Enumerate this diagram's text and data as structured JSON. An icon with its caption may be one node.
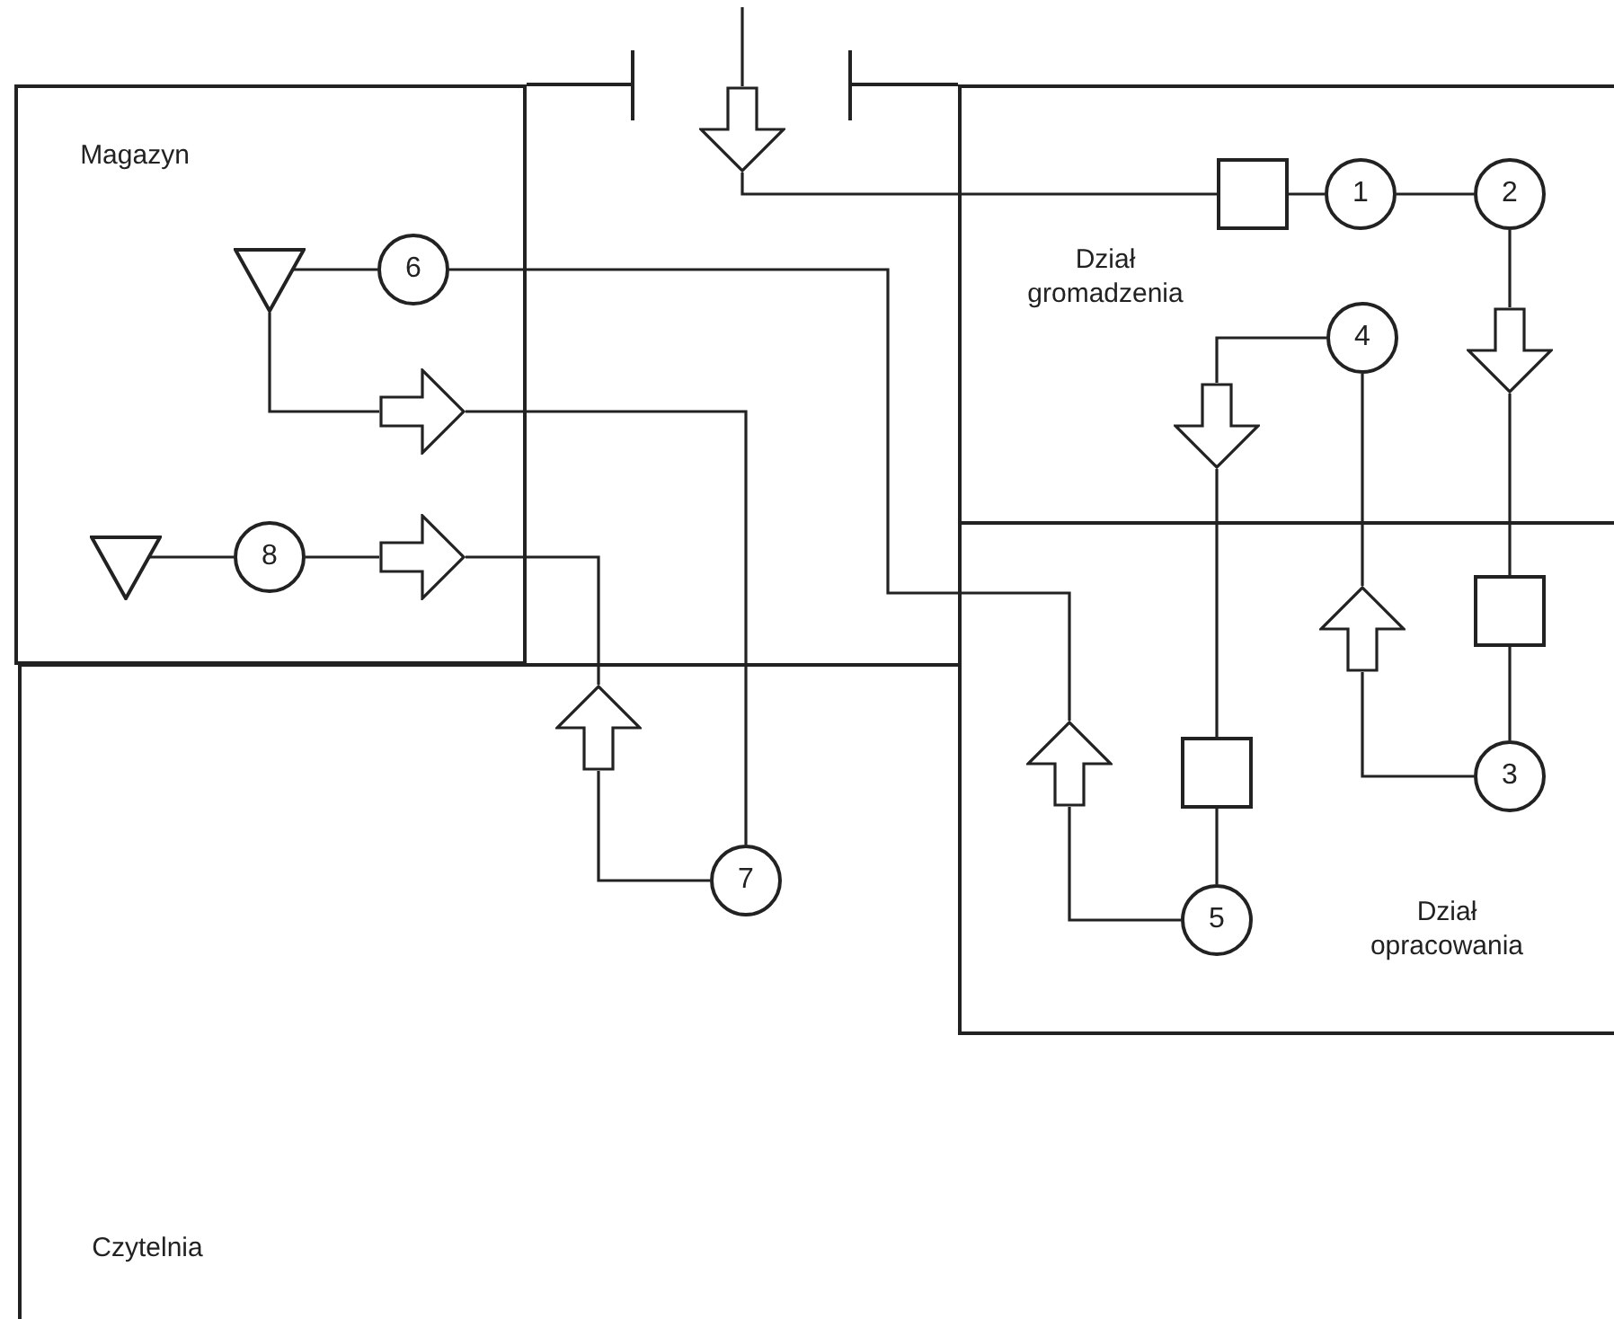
{
  "diagram": {
    "nodes": [
      {
        "text": [
          "Magazyn"
        ]
      },
      {
        "text": [
          "Dział gromadzenia"
        ]
      },
      {
        "text": [
          "Dział opracowania"
        ]
      },
      {
        "text": [
          "Czytelnia"
        ]
      },
      {
        "text": [],
        "shape": "arrow"
      },
      {
        "text": [],
        "shape": "box",
        "in": 1
      },
      {
        "text": [
          "1"
        ],
        "in": 1
      },
      {
        "text": [
          "2"
        ],
        "in": 1
      },
      {
        "text": [],
        "shape": "arrow",
        "in": 1
      },
      {
        "text": [],
        "shape": "box",
        "in": 2
      },
      {
        "text": [
          "3"
        ],
        "in": 2
      },
      {
        "text": [],
        "shape": "arrow",
        "in": 2
      },
      {
        "text": [
          "4"
        ],
        "in": 1
      },
      {
        "text": [],
        "shape": "arrow",
        "in": 1
      },
      {
        "text": [],
        "shape": "box",
        "in": 2
      },
      {
        "text": [
          "5"
        ],
        "in": 2
      },
      {
        "text": [],
        "shape": "arrow",
        "in": 2
      },
      {
        "text": [
          "6"
        ],
        "in": 0
      },
      {
        "text": [],
        "shape": "triangle",
        "in": 0
      },
      {
        "text": [],
        "shape": "arrow",
        "in": 0
      },
      {
        "text": [
          "7"
        ],
        "in": 3
      },
      {
        "text": [],
        "shape": "arrow",
        "in": 3
      },
      {
        "text": [],
        "shape": "arrow",
        "in": 0
      },
      {
        "text": [
          "8"
        ],
        "in": 0
      },
      {
        "text": [],
        "shape": "triangle",
        "in": 0
      }
    ],
    "edges": [
      {
        "from": null,
        "to": 4,
        "arrow": "none"
      },
      {
        "from": 4,
        "to": 5,
        "arrow": "none"
      },
      {
        "from": 5,
        "to": 6,
        "arrow": "none"
      },
      {
        "from": 6,
        "to": 7,
        "arrow": "none"
      },
      {
        "from": 7,
        "to": 8,
        "arrow": "none"
      },
      {
        "from": 8,
        "to": 9,
        "arrow": "none"
      },
      {
        "from": 9,
        "to": 10,
        "arrow": "none"
      },
      {
        "from": 10,
        "to": 11,
        "arrow": "none"
      },
      {
        "from": 11,
        "to": 12,
        "arrow": "none"
      },
      {
        "from": 12,
        "to": 13,
        "arrow": "none"
      },
      {
        "from": 13,
        "to": 14,
        "arrow": "none"
      },
      {
        "from": 14,
        "to": 15,
        "arrow": "none"
      },
      {
        "from": 15,
        "to": 16,
        "arrow": "none"
      },
      {
        "from": 16,
        "to": 17,
        "arrow": "none"
      },
      {
        "from": 17,
        "to": 18,
        "arrow": "none"
      },
      {
        "from": 18,
        "to": 19,
        "arrow": "none"
      },
      {
        "from": 19,
        "to": 20,
        "arrow": "none"
      },
      {
        "from": 20,
        "to": 21,
        "arrow": "none"
      },
      {
        "from": 21,
        "to": 22,
        "arrow": "none"
      },
      {
        "from": 22,
        "to": 23,
        "arrow": "none"
      },
      {
        "from": 23,
        "to": 24,
        "arrow": "none"
      }
    ]
  }
}
